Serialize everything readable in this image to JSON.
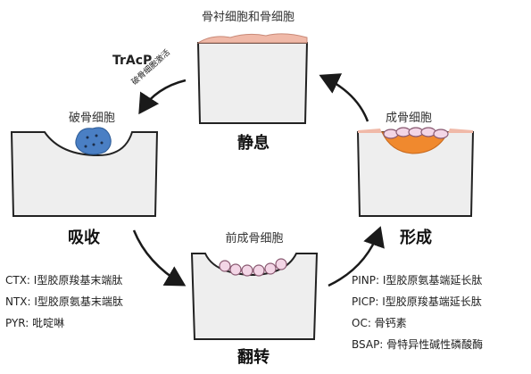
{
  "stages": {
    "rest": {
      "cell_label": "骨衬细胞和骨细胞",
      "title": "静息"
    },
    "resorption": {
      "cell_label": "破骨细胞",
      "title": "吸收"
    },
    "reversal": {
      "cell_label": "前成骨细胞",
      "title": "翻转"
    },
    "formation": {
      "cell_label": "成骨细胞",
      "title": "形成"
    }
  },
  "arrow_labels": {
    "enzyme": "TrAcP",
    "activation": "破骨细胞激活"
  },
  "resorption_markers": [
    "CTX: I型胶原羧基末端肽",
    "NTX: I型胶原氨基末端肽",
    "PYR:  吡啶啉"
  ],
  "formation_markers": [
    "PINP: I型胶原氨基端延长肽",
    "PICP: I型胶原羧基端延长肽",
    "OC:     骨钙素",
    "BSAP:  骨特异性碱性磷酸酶"
  ],
  "colors": {
    "block_fill": "#eeeeee",
    "block_stroke": "#222222",
    "lining_cells": "#f0b9a8",
    "osteoclast": "#4a7fc4",
    "osteoid": "#f0892e",
    "precursor_cells": "#f3d6e6"
  }
}
